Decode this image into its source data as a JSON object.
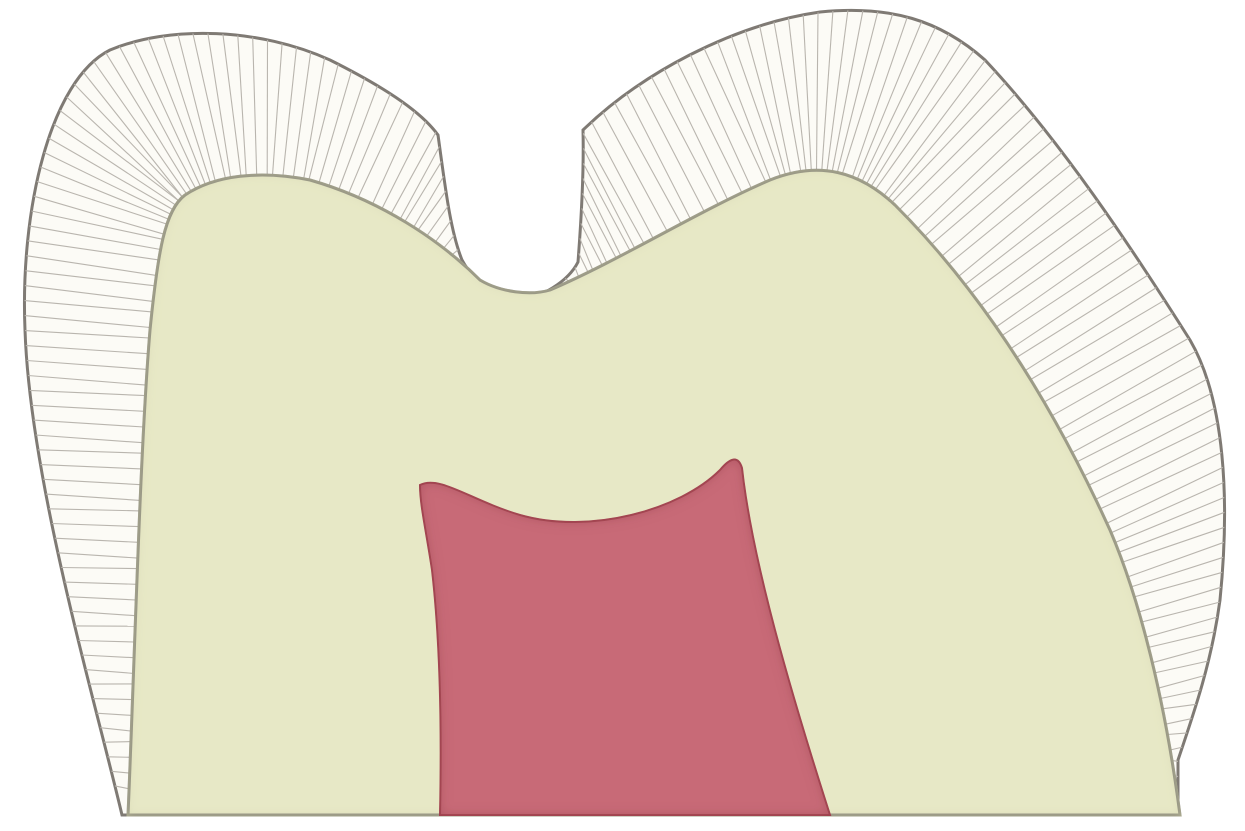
{
  "diagram": {
    "structures": [
      {
        "id": "enamel",
        "color": "#fcfbf6",
        "stroke": "#7f7a74"
      },
      {
        "id": "dentin",
        "color": "#e7e8c6",
        "stroke": "#8d8b80"
      },
      {
        "id": "pulp",
        "color": "#c86b77",
        "stroke": "#a94c57"
      }
    ],
    "background": "#ffffff",
    "enamel_hatch_color": "#b9b5ae"
  }
}
